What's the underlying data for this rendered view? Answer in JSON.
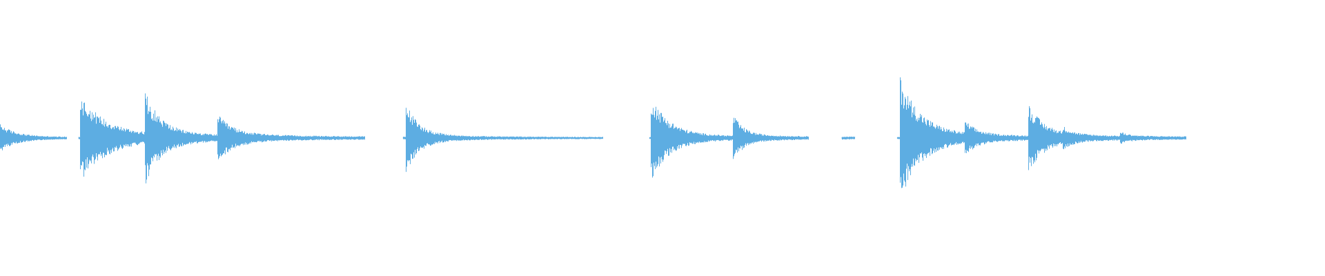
{
  "waveform": {
    "color": "#5dade2",
    "background": "#ffffff",
    "duration": 1,
    "segments": [
      {
        "start": 0.0,
        "end": 0.05
      },
      {
        "start": 0.059,
        "end": 0.275
      },
      {
        "start": 0.304,
        "end": 0.455
      },
      {
        "start": 0.49,
        "end": 0.61
      },
      {
        "start": 0.635,
        "end": 0.645
      },
      {
        "start": 0.677,
        "end": 0.895
      }
    ],
    "transients": [
      {
        "t": 0.0,
        "amp": 0.09,
        "decay": 0.012
      },
      {
        "t": 0.06,
        "amp": 0.3,
        "decay": 0.02
      },
      {
        "t": 0.109,
        "amp": 0.29,
        "decay": 0.012
      },
      {
        "t": 0.164,
        "amp": 0.14,
        "decay": 0.012
      },
      {
        "t": 0.306,
        "amp": 0.24,
        "decay": 0.01
      },
      {
        "t": 0.491,
        "amp": 0.29,
        "decay": 0.014
      },
      {
        "t": 0.553,
        "amp": 0.15,
        "decay": 0.008
      },
      {
        "t": 0.679,
        "amp": 0.42,
        "decay": 0.016
      },
      {
        "t": 0.728,
        "amp": 0.09,
        "decay": 0.008
      },
      {
        "t": 0.776,
        "amp": 0.22,
        "decay": 0.012
      },
      {
        "t": 0.802,
        "amp": 0.04,
        "decay": 0.006
      },
      {
        "t": 0.845,
        "amp": 0.03,
        "decay": 0.006
      }
    ],
    "floor": 0.006
  }
}
